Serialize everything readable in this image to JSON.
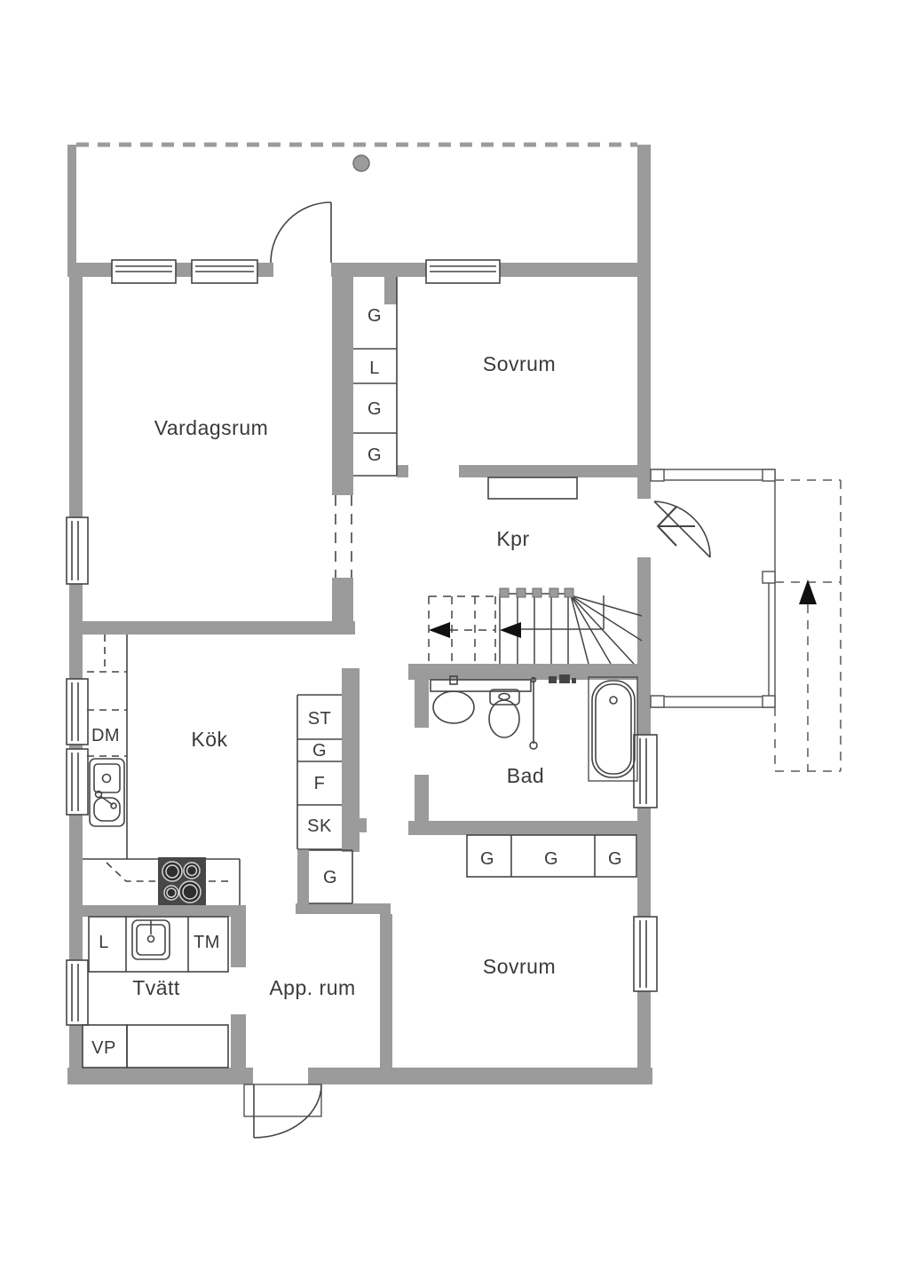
{
  "plan_type": "floorplan",
  "colors": {
    "wall": "#9b9b9b",
    "line": "#454545",
    "text": "#3a3a3a",
    "stove": "#474747",
    "arrow": "#101010",
    "background": "#ffffff"
  },
  "rooms": {
    "vardagsrum": "Vardagsrum",
    "sovrum_upper": "Sovrum",
    "kpr": "Kpr",
    "kok": "Kök",
    "bad": "Bad",
    "sovrum_lower": "Sovrum",
    "tvatt": "Tvätt",
    "app_rum": "App. rum"
  },
  "closet_labels": {
    "g": "G",
    "l": "L",
    "st": "ST",
    "f": "F",
    "sk": "SK",
    "dm": "DM",
    "tm": "TM",
    "vp": "VP"
  }
}
